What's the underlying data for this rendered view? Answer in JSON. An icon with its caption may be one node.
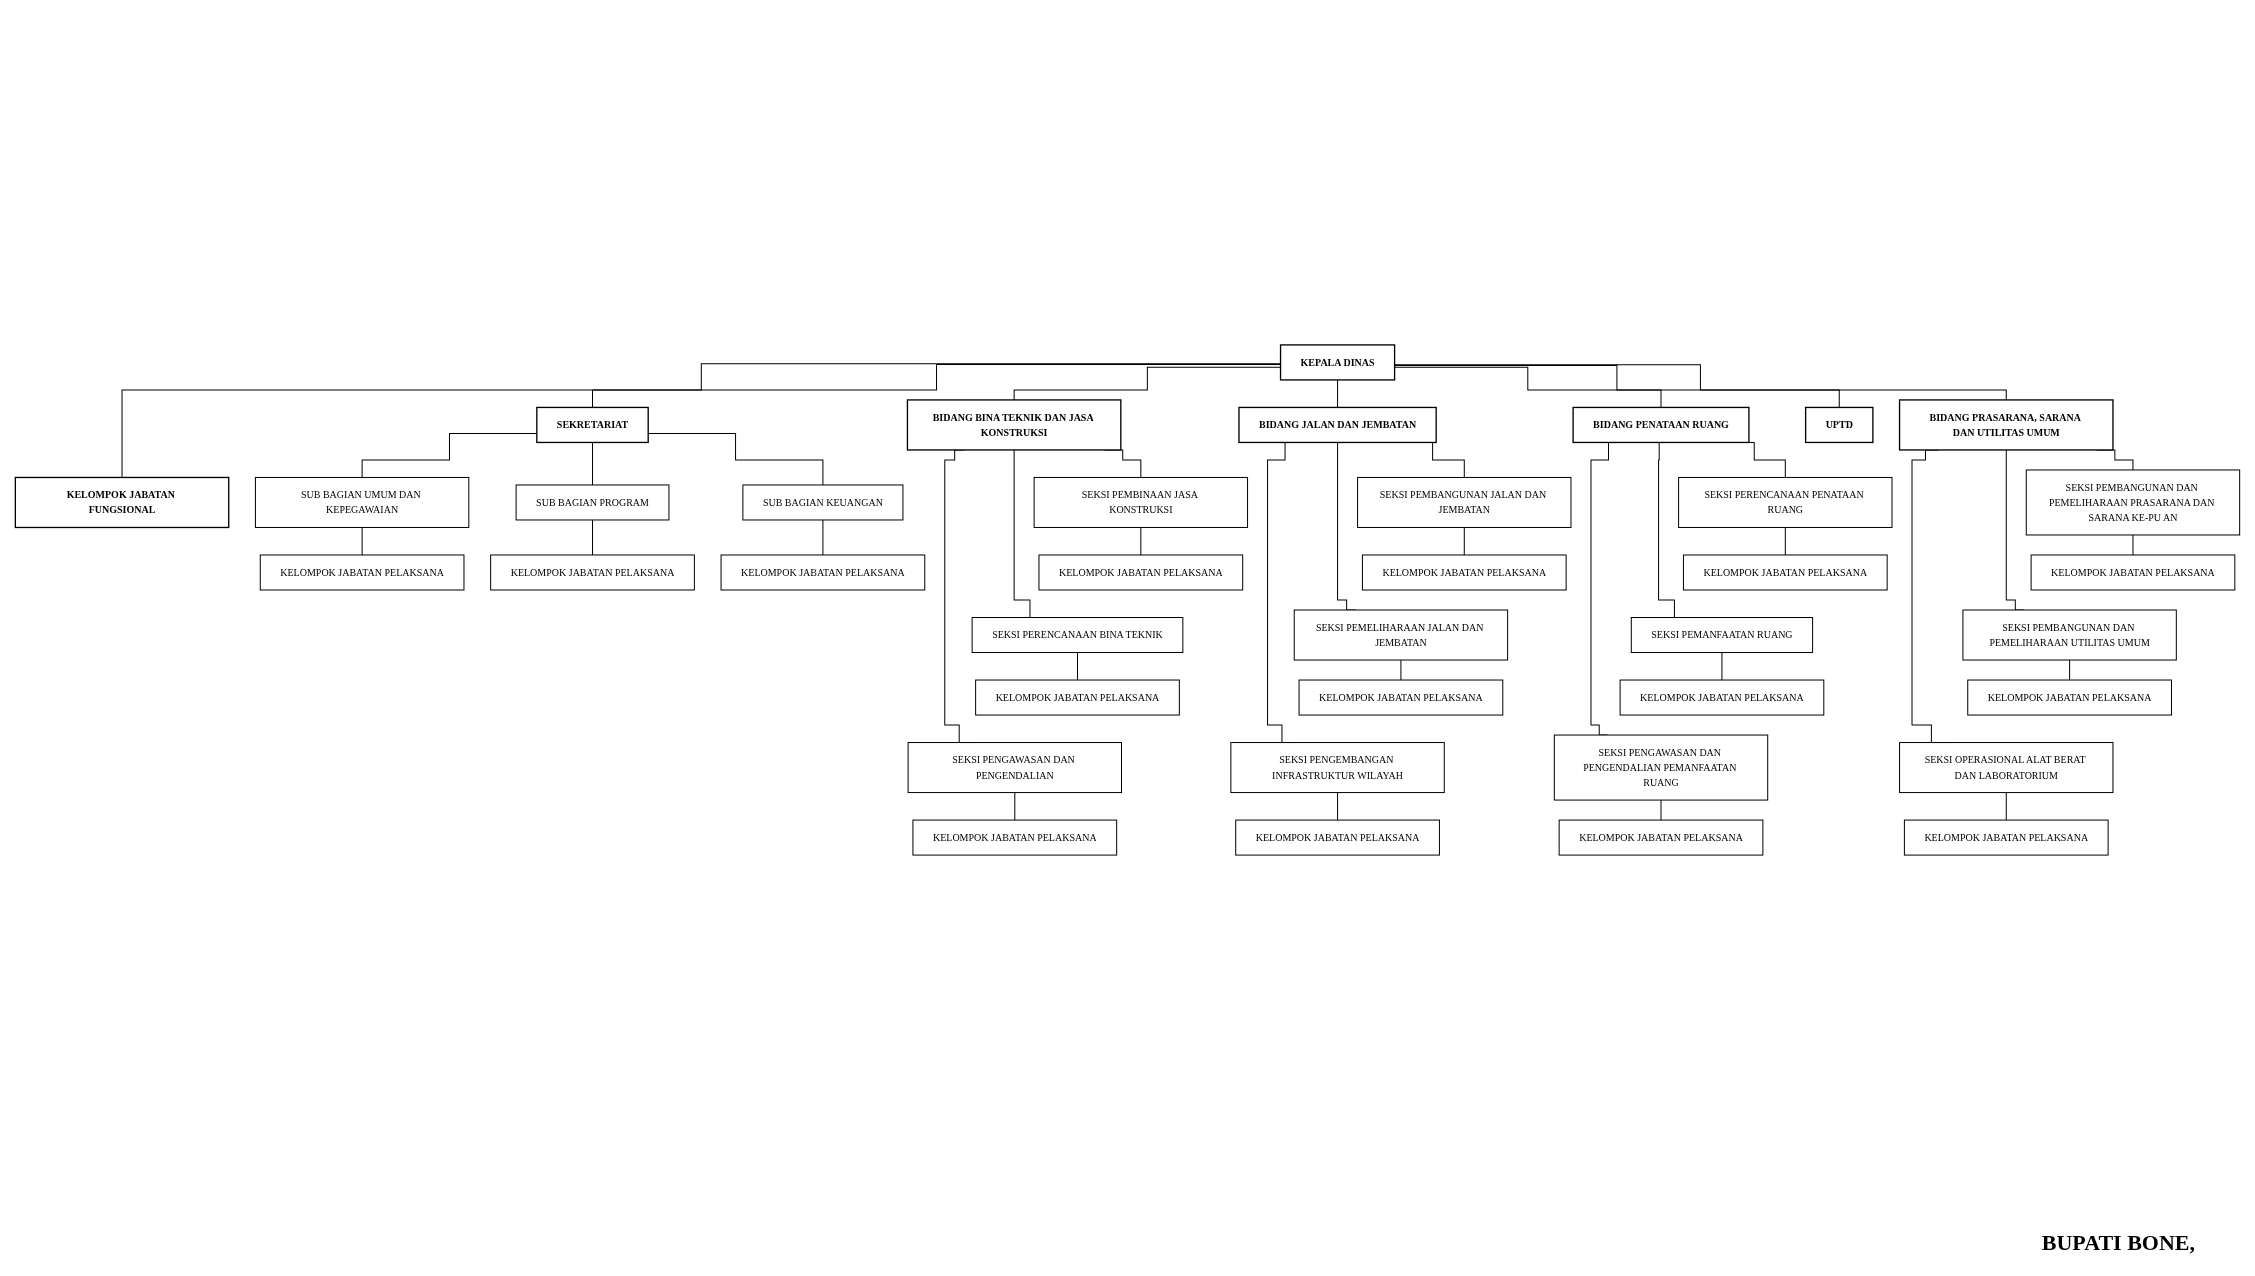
{
  "diagram": {
    "nodes": [
      {
        "text": [
          "KEPALA DINAS"
        ]
      },
      {
        "text": [
          "KELOMPOK JABATAN FUNGSIONAL"
        ]
      },
      {
        "text": [
          "SEKRETARIAT"
        ]
      },
      {
        "text": [
          "SUB BAGIAN UMUM DAN KEPEGAWAIAN"
        ]
      },
      {
        "text": [
          "KELOMPOK JABATAN PELAKSANA"
        ]
      },
      {
        "text": [
          "SUB BAGIAN PROGRAM"
        ]
      },
      {
        "text": [
          "KELOMPOK JABATAN PELAKSANA"
        ]
      },
      {
        "text": [
          "SUB BAGIAN KEUANGAN"
        ]
      },
      {
        "text": [
          "KELOMPOK JABATAN PELAKSANA"
        ]
      },
      {
        "text": [
          "BIDANG BINA TEKNIK DAN JASA KONSTRUKSI"
        ]
      },
      {
        "text": [
          "SEKSI PEMBINAAN JASA KONSTRUKSI"
        ]
      },
      {
        "text": [
          "KELOMPOK JABATAN PELAKSANA"
        ]
      },
      {
        "text": [
          "SEKSI PERENCANAAN BINA TEKNIK"
        ]
      },
      {
        "text": [
          "KELOMPOK JABATAN PELAKSANA"
        ]
      },
      {
        "text": [
          "SEKSI PENGAWASAN DAN PENGENDALIAN"
        ]
      },
      {
        "text": [
          "KELOMPOK JABATAN PELAKSANA"
        ]
      },
      {
        "text": [
          "BIDANG JALAN DAN JEMBATAN"
        ]
      },
      {
        "text": [
          "SEKSI PEMBANGUNAN JALAN DAN JEMBATAN"
        ]
      },
      {
        "text": [
          "KELOMPOK JABATAN PELAKSANA"
        ]
      },
      {
        "text": [
          "SEKSI PEMELIHARAAN JALAN DAN JEMBATAN"
        ]
      },
      {
        "text": [
          "KELOMPOK JABATAN PELAKSANA"
        ]
      },
      {
        "text": [
          "SEKSI PENGEMBANGAN INFRASTRUKTUR WILAYAH"
        ]
      },
      {
        "text": [
          "KELOMPOK JABATAN PELAKSANA"
        ]
      },
      {
        "text": [
          "BIDANG PENATAAN RUANG"
        ]
      },
      {
        "text": [
          "SEKSI PERENCANAAN PENATAAN RUANG"
        ]
      },
      {
        "text": [
          "KELOMPOK JABATAN PELAKSANA"
        ]
      },
      {
        "text": [
          "SEKSI PEMANFAATAN RUANG"
        ]
      },
      {
        "text": [
          "KELOMPOK JABATAN PELAKSANA"
        ]
      },
      {
        "text": [
          "SEKSI PENGAWASAN DAN PENGENDALIAN PEMANFAATAN RUANG"
        ]
      },
      {
        "text": [
          "KELOMPOK JABATAN PELAKSANA"
        ]
      },
      {
        "text": [
          "BIDANG PRASARANA, SARANA DAN UTILITAS UMUM"
        ]
      },
      {
        "text": [
          "SEKSI PEMBANGUNAN DAN PEMELIHARAAN PRASARANA DAN SARANA KE-PU AN"
        ]
      },
      {
        "text": [
          "KELOMPOK JABATAN PELAKSANA"
        ]
      },
      {
        "text": [
          "SEKSI PEMBANGUNAN DAN PEMELIHARAAN UTILITAS UMUM"
        ]
      },
      {
        "text": [
          "KELOMPOK JABATAN PELAKSANA"
        ]
      },
      {
        "text": [
          "SEKSI OPERASIONAL ALAT BERAT DAN LABORATORIUM"
        ]
      },
      {
        "text": [
          "KELOMPOK JABATAN PELAKSANA"
        ]
      },
      {
        "text": [
          "UPTD"
        ]
      }
    ],
    "edges": [
      {
        "from": 0,
        "to": 1,
        "arrow": "none"
      },
      {
        "from": 0,
        "to": 2,
        "arrow": "none"
      },
      {
        "from": 2,
        "to": 3,
        "arrow": "none"
      },
      {
        "from": 3,
        "to": 4,
        "arrow": "none"
      },
      {
        "from": 2,
        "to": 5,
        "arrow": "none"
      },
      {
        "from": 5,
        "to": 6,
        "arrow": "none"
      },
      {
        "from": 2,
        "to": 7,
        "arrow": "none"
      },
      {
        "from": 7,
        "to": 8,
        "arrow": "none"
      },
      {
        "from": 0,
        "to": 9,
        "arrow": "none"
      },
      {
        "from": 9,
        "to": 10,
        "arrow": "none"
      },
      {
        "from": 10,
        "to": 11,
        "arrow": "none"
      },
      {
        "from": 9,
        "to": 12,
        "arrow": "none"
      },
      {
        "from": 12,
        "to": 13,
        "arrow": "none"
      },
      {
        "from": 9,
        "to": 14,
        "arrow": "none"
      },
      {
        "from": 14,
        "to": 15,
        "arrow": "none"
      },
      {
        "from": 0,
        "to": 16,
        "arrow": "none"
      },
      {
        "from": 16,
        "to": 17,
        "arrow": "none"
      },
      {
        "from": 17,
        "to": 18,
        "arrow": "none"
      },
      {
        "from": 16,
        "to": 19,
        "arrow": "none"
      },
      {
        "from": 19,
        "to": 20,
        "arrow": "none"
      },
      {
        "from": 16,
        "to": 21,
        "arrow": "none"
      },
      {
        "from": 21,
        "to": 22,
        "arrow": "none"
      },
      {
        "from": 0,
        "to": 23,
        "arrow": "none"
      },
      {
        "from": 23,
        "to": 24,
        "arrow": "none"
      },
      {
        "from": 24,
        "to": 25,
        "arrow": "none"
      },
      {
        "from": 23,
        "to": 26,
        "arrow": "none"
      },
      {
        "from": 26,
        "to": 27,
        "arrow": "none"
      },
      {
        "from": 23,
        "to": 28,
        "arrow": "none"
      },
      {
        "from": 28,
        "to": 29,
        "arrow": "none"
      },
      {
        "from": 0,
        "to": 30,
        "arrow": "none"
      },
      {
        "from": 30,
        "to": 31,
        "arrow": "none"
      },
      {
        "from": 31,
        "to": 32,
        "arrow": "none"
      },
      {
        "from": 30,
        "to": 33,
        "arrow": "none"
      },
      {
        "from": 33,
        "to": 34,
        "arrow": "none"
      },
      {
        "from": 30,
        "to": 35,
        "arrow": "none"
      },
      {
        "from": 35,
        "to": 36,
        "arrow": "none"
      },
      {
        "from": 0,
        "to": 37,
        "arrow": "none"
      }
    ],
    "labels": [
      "BUPATI BONE,"
    ]
  }
}
